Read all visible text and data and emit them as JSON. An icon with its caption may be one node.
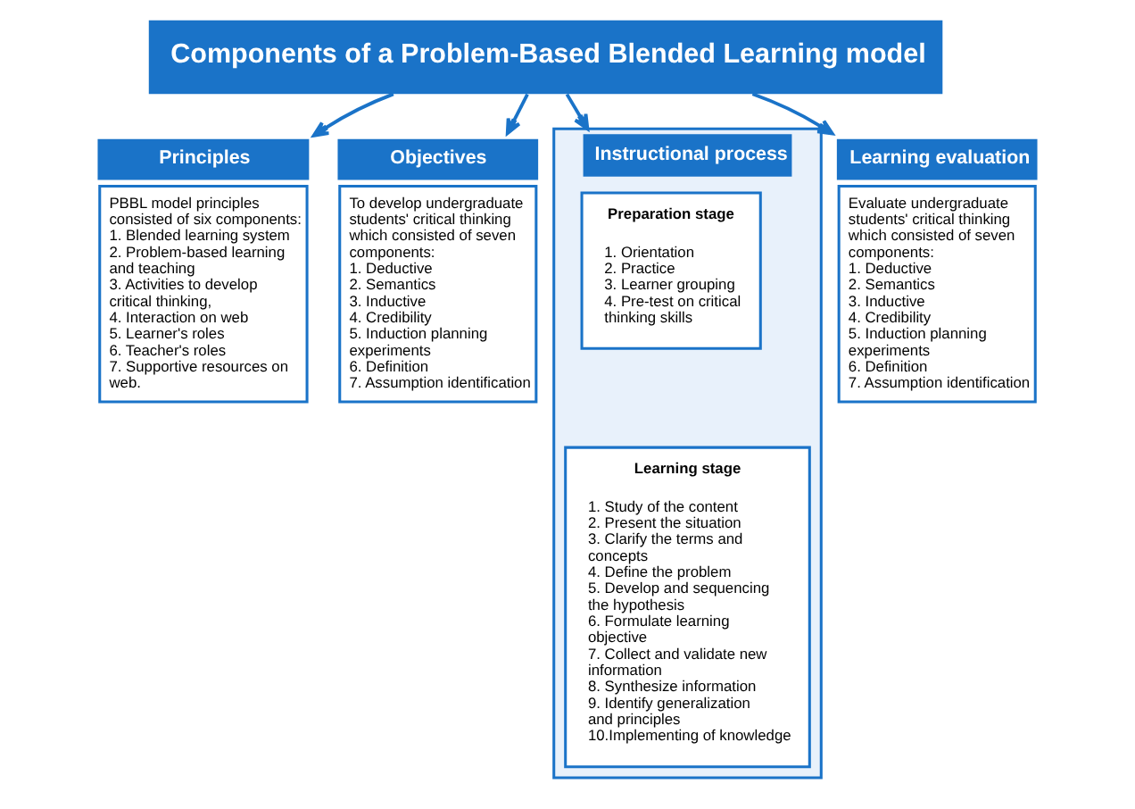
{
  "diagram": {
    "nodes": [
      {
        "text": [
          "Components of a Problem-Based Blended Learning model"
        ]
      },
      {
        "text": [
          "Principles",
          "PBBL model principles consisted of six components:",
          "1. Blended learning system",
          "2. Problem-based learning and teaching",
          "3. Activities to develop critical thinking,",
          "4. Interaction on web",
          "5. Learner's roles",
          "6. Teacher's roles",
          "7. Supportive resources on web."
        ]
      },
      {
        "text": [
          "Objectives",
          "To develop undergraduate students' critical thinking which consisted of seven components:",
          "1. Deductive",
          "2. Semantics",
          "3. Inductive",
          "4. Credibility",
          "5. Induction planning experiments",
          "6. Definition",
          "7. Assumption identification"
        ]
      },
      {
        "text": [
          "Instructional process"
        ]
      },
      {
        "text": [
          "Preparation stage",
          "1. Orientation",
          "2. Practice",
          "3. Learner grouping",
          "4. Pre-test on critical thinking skills"
        ],
        "in": 3
      },
      {
        "text": [
          "Learning stage",
          "1. Study of the content",
          "2. Present the situation",
          "3. Clarify the terms and concepts",
          "4. Define the problem",
          "5. Develop and sequencing the hypothesis",
          "6. Formulate learning objective",
          "7. Collect and validate new information",
          "8. Synthesize information",
          "9. Identify generalization and principles",
          "10.Implementing of knowledge"
        ],
        "in": 3
      },
      {
        "text": [
          "Learning evaluation",
          "Evaluate undergraduate students' critical thinking which consisted of seven components:",
          "1. Deductive",
          "2. Semantics",
          "3. Inductive",
          "4. Credibility",
          "5. Induction planning experiments",
          "6. Definition",
          "7. Assumption identification"
        ]
      }
    ],
    "edges": [
      {
        "from": 0,
        "to": 1,
        "arrow": "to"
      },
      {
        "from": 0,
        "to": 2,
        "arrow": "to"
      },
      {
        "from": 0,
        "to": 3,
        "arrow": "to"
      },
      {
        "from": 0,
        "to": 6,
        "arrow": "to"
      }
    ]
  }
}
